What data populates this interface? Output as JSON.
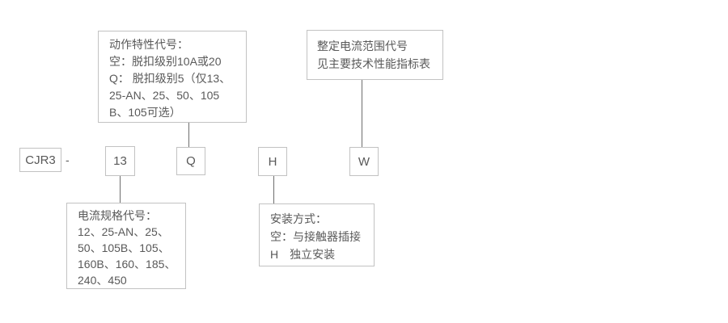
{
  "colors": {
    "background": "#ffffff",
    "box_border": "#c2c2c2",
    "connector_line": "#6e6e6e",
    "text": "#595959"
  },
  "model": {
    "prefix": "CJR3",
    "separator": "-",
    "code_13": "13",
    "code_q": "Q",
    "code_h": "H",
    "code_w": "W"
  },
  "callouts": {
    "action": {
      "lines": [
        "动作特性代号：",
        "空：脱扣级别10A或20",
        "Q： 脱扣级别5（仅13、",
        "25-AN、25、50、105",
        "B、105可选）"
      ]
    },
    "range": {
      "lines": [
        "整定电流范围代号",
        "见主要技术性能指标表"
      ]
    },
    "current": {
      "lines": [
        "电流规格代号：",
        "12、25-AN、25、",
        "50、105B、105、",
        "160B、160、185、",
        "240、450"
      ]
    },
    "mount": {
      "lines": [
        "安装方式：",
        "空：与接触器插接",
        "H　独立安装"
      ]
    }
  }
}
